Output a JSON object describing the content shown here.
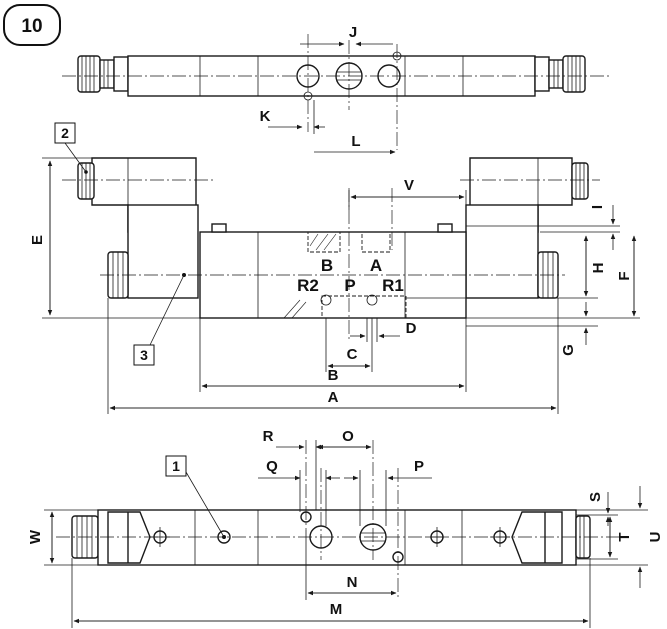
{
  "figure_number": "10",
  "callouts": {
    "c1": "1",
    "c2": "2",
    "c3": "3"
  },
  "ports": {
    "b": "B",
    "a": "A",
    "r2": "R2",
    "p": "P",
    "r1": "R1"
  },
  "dimensions": {
    "A": "A",
    "B": "B",
    "C": "C",
    "D": "D",
    "E": "E",
    "F": "F",
    "G": "G",
    "H": "H",
    "I": "I",
    "J": "J",
    "K": "K",
    "L": "L",
    "M": "M",
    "N": "N",
    "O": "O",
    "P": "P",
    "Q": "Q",
    "R": "R",
    "S": "S",
    "T": "T",
    "U": "U",
    "V": "V",
    "W": "W"
  }
}
